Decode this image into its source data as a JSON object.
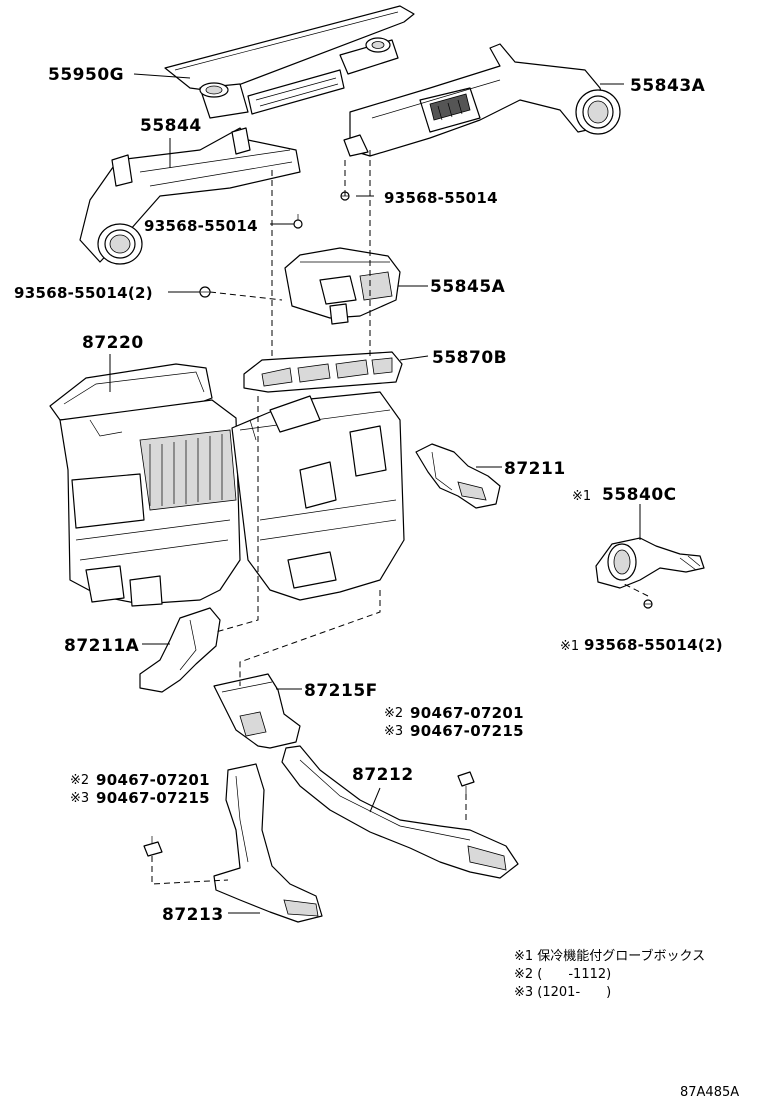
{
  "parts": {
    "p55950g": "55950G",
    "p55843a": "55843A",
    "p55844": "55844",
    "p93568_a": "93568-55014",
    "p93568_b": "93568-55014",
    "p93568_c": "93568-55014(2)",
    "p55845a": "55845A",
    "p87220": "87220",
    "p55870b": "55870B",
    "p87211": "87211",
    "p55840c": "55840C",
    "p55840c_mark": "※1",
    "p93568_d": "93568-55014(2)",
    "p93568_d_mark": "※1",
    "p87211a": "87211A",
    "p87215f": "87215F",
    "p90467_07201_a": "90467-07201",
    "p90467_07201_a_mark": "※2",
    "p90467_07215_a": "90467-07215",
    "p90467_07215_a_mark": "※3",
    "p87212": "87212",
    "p90467_07201_b": "90467-07201",
    "p90467_07201_b_mark": "※2",
    "p90467_07215_b": "90467-07215",
    "p90467_07215_b_mark": "※3",
    "p87213": "87213"
  },
  "notes": [
    "※1 保冷機能付グローブボックス",
    "※2 (　　-1112)",
    "※3 (1201-　　)"
  ],
  "diagram_code": "87A485A"
}
